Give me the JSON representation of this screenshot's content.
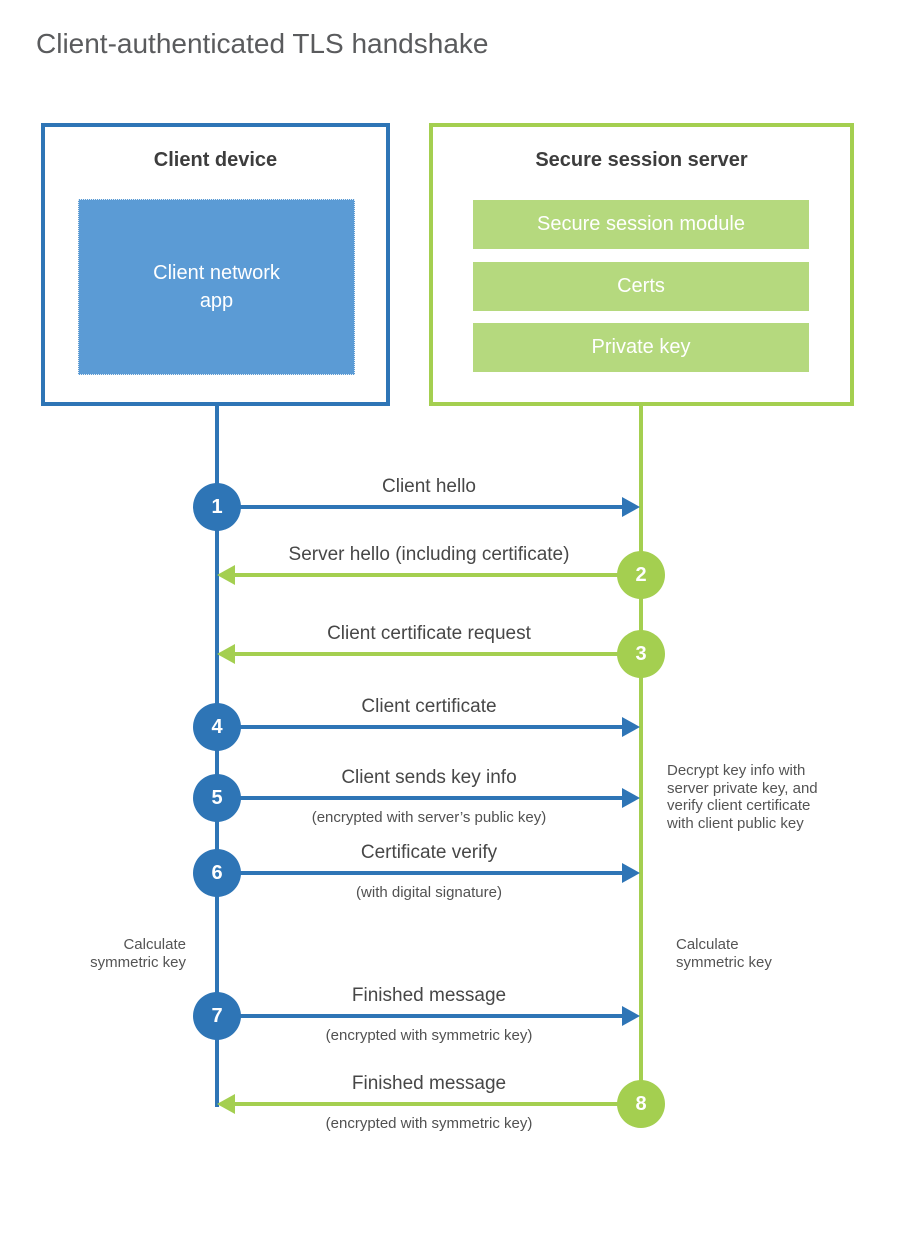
{
  "title": "Client-authenticated TLS handshake",
  "colors": {
    "blue": "#2e75b6",
    "blue_fill": "#5b9bd5",
    "green": "#a4cf50",
    "green_fill": "#b5d97e"
  },
  "client": {
    "title": "Client device",
    "app_line1": "Client network",
    "app_line2": "app"
  },
  "server": {
    "title": "Secure session server",
    "modules": [
      "Secure session module",
      "Certs",
      "Private key"
    ]
  },
  "steps": [
    {
      "num": "1",
      "label": "Client hello",
      "sub": "",
      "direction": "client-to-server"
    },
    {
      "num": "2",
      "label": "Server hello (including certificate)",
      "sub": "",
      "direction": "server-to-client"
    },
    {
      "num": "3",
      "label": "Client certificate request",
      "sub": "",
      "direction": "server-to-client"
    },
    {
      "num": "4",
      "label": "Client certificate",
      "sub": "",
      "direction": "client-to-server"
    },
    {
      "num": "5",
      "label": "Client sends key info",
      "sub": "(encrypted with server’s public key)",
      "direction": "client-to-server"
    },
    {
      "num": "6",
      "label": "Certificate verify",
      "sub": "(with digital signature)",
      "direction": "client-to-server"
    },
    {
      "num": "7",
      "label": "Finished message",
      "sub": "(encrypted with symmetric key)",
      "direction": "client-to-server"
    },
    {
      "num": "8",
      "label": "Finished message",
      "sub": "(encrypted with symmetric key)",
      "direction": "server-to-client"
    }
  ],
  "notes": {
    "decrypt": "Decrypt key info with\nserver private key, and\nverify client certificate\nwith client public key",
    "calc_left": "Calculate\nsymmetric key",
    "calc_right": "Calculate\nsymmetric key"
  }
}
